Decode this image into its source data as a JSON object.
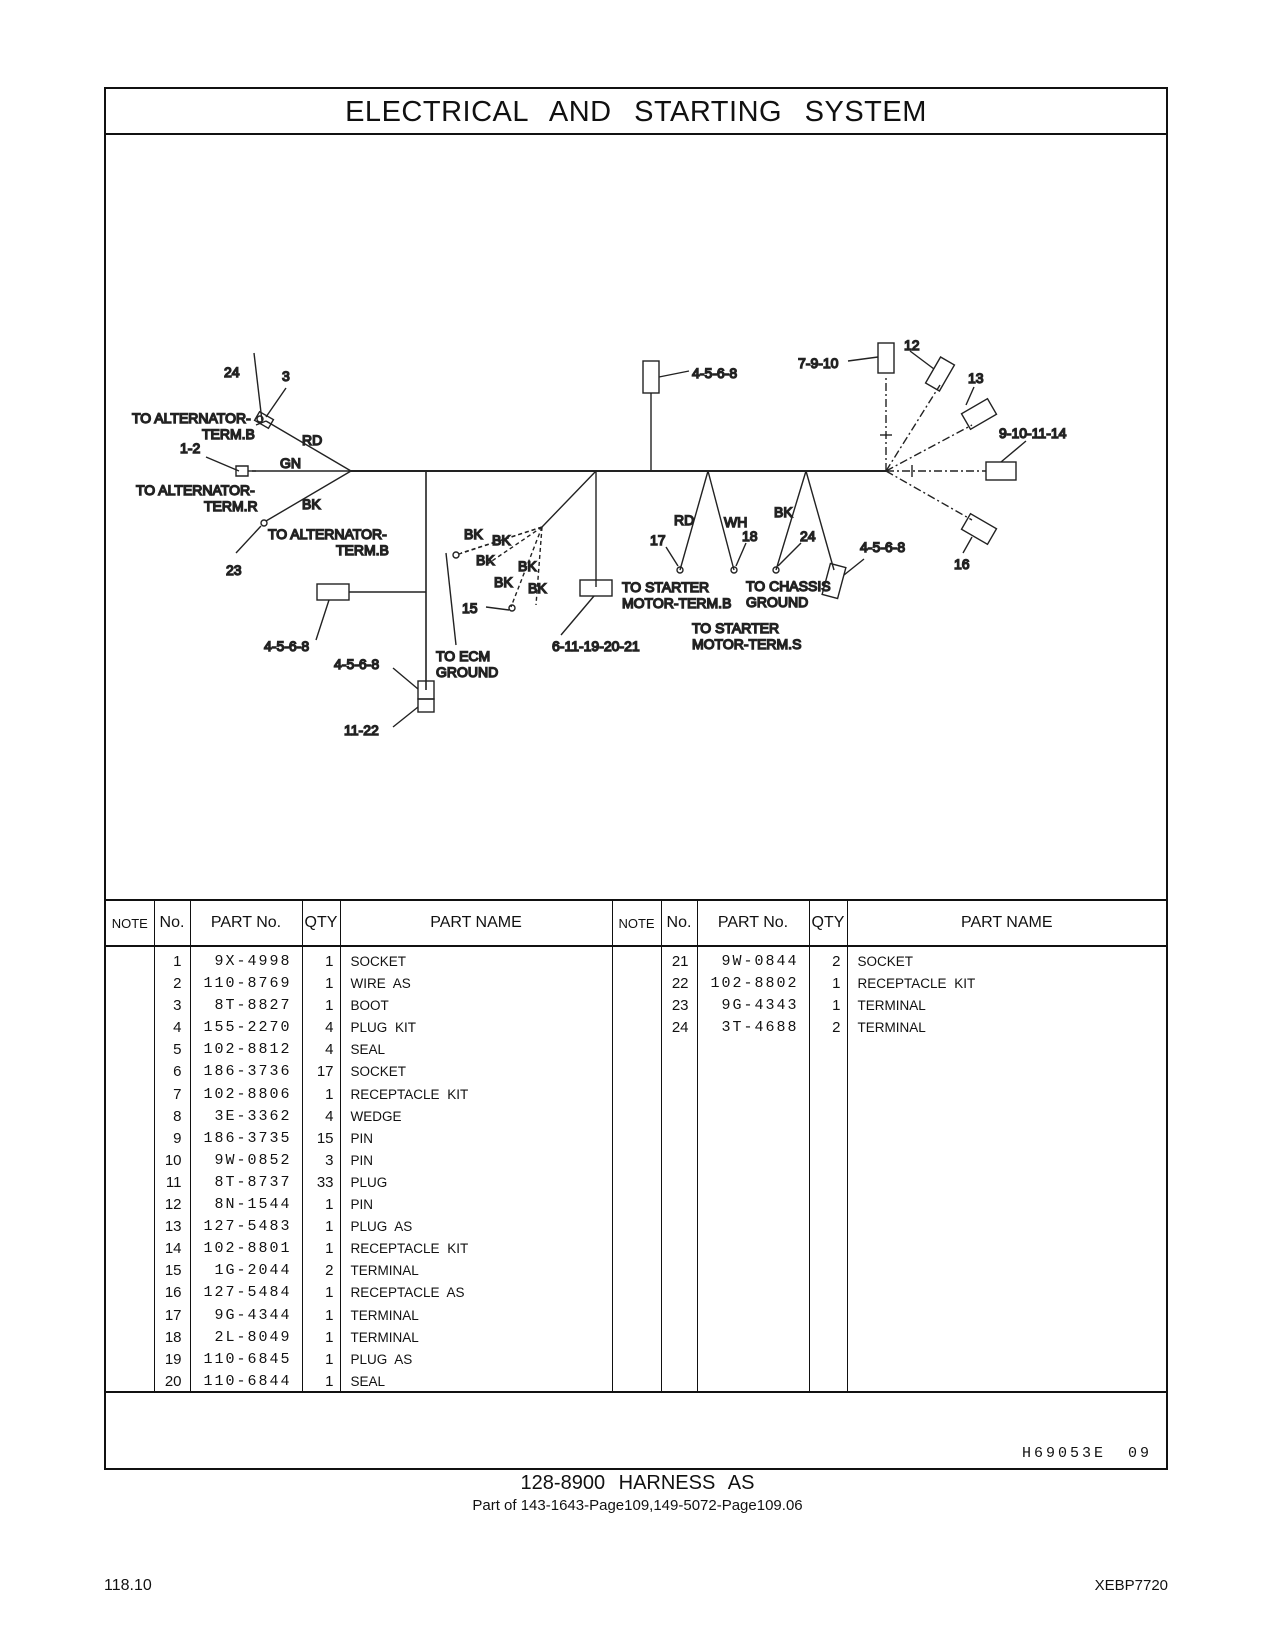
{
  "title": "ELECTRICAL  AND  STARTING  SYSTEM",
  "diagram": {
    "labels": {
      "l24a": "24",
      "l3": "3",
      "to_alt_term_b_1": "TO ALTERNATOR-",
      "to_alt_term_b_2": "TERM.B",
      "l12a": "1-2",
      "rd1": "RD",
      "gn": "GN",
      "to_alt_term_r_1": "TO ALTERNATOR-",
      "to_alt_term_r_2": "TERM.R",
      "bk1": "BK",
      "to_alt_term_b2_1": "TO ALTERNATOR-",
      "to_alt_term_b2_2": "TERM.B",
      "l23": "23",
      "l4568a": "4-5-6-8",
      "l4568b": "4-5-6-8",
      "l1122": "11-22",
      "bk_a": "BK",
      "bk_b": "BK",
      "bk_c": "BK",
      "bk_d": "BK",
      "bk_e": "BK",
      "bk_f": "BK",
      "l15": "15",
      "to_ecm_1": "TO ECM",
      "to_ecm_2": "GROUND",
      "l6111921": "6-11-19-20-21",
      "l4568c": "4-5-6-8",
      "rd2": "RD",
      "wh": "WH",
      "bk2": "BK",
      "l17": "17",
      "l18": "18",
      "l24b": "24",
      "to_starter_b_1": "TO STARTER",
      "to_starter_b_2": "MOTOR-TERM.B",
      "to_chassis_1": "TO CHASSIS",
      "to_chassis_2": "GROUND",
      "to_starter_s_1": "TO STARTER",
      "to_starter_s_2": "MOTOR-TERM.S",
      "l4568d": "4-5-6-8",
      "l7910": "7-9-10",
      "l12": "12",
      "l13": "13",
      "l9101114": "9-10-11-14",
      "l16": "16"
    }
  },
  "table": {
    "headers": {
      "note": "NOTE",
      "no": "No.",
      "part_no": "PART No.",
      "qty": "QTY",
      "part_name": "PART NAME"
    },
    "left_rows": [
      {
        "no": "1",
        "part_no": "9X-4998",
        "qty": "1",
        "name": "SOCKET"
      },
      {
        "no": "2",
        "part_no": "110-8769",
        "qty": "1",
        "name": "WIRE AS"
      },
      {
        "no": "3",
        "part_no": "8T-8827",
        "qty": "1",
        "name": "BOOT"
      },
      {
        "no": "4",
        "part_no": "155-2270",
        "qty": "4",
        "name": "PLUG KIT"
      },
      {
        "no": "5",
        "part_no": "102-8812",
        "qty": "4",
        "name": "SEAL"
      },
      {
        "no": "6",
        "part_no": "186-3736",
        "qty": "17",
        "name": "SOCKET"
      },
      {
        "no": "7",
        "part_no": "102-8806",
        "qty": "1",
        "name": "RECEPTACLE KIT"
      },
      {
        "no": "8",
        "part_no": "3E-3362",
        "qty": "4",
        "name": "WEDGE"
      },
      {
        "no": "9",
        "part_no": "186-3735",
        "qty": "15",
        "name": "PIN"
      },
      {
        "no": "10",
        "part_no": "9W-0852",
        "qty": "3",
        "name": "PIN"
      },
      {
        "no": "11",
        "part_no": "8T-8737",
        "qty": "33",
        "name": "PLUG"
      },
      {
        "no": "12",
        "part_no": "8N-1544",
        "qty": "1",
        "name": "PIN"
      },
      {
        "no": "13",
        "part_no": "127-5483",
        "qty": "1",
        "name": "PLUG AS"
      },
      {
        "no": "14",
        "part_no": "102-8801",
        "qty": "1",
        "name": "RECEPTACLE KIT"
      },
      {
        "no": "15",
        "part_no": "1G-2044",
        "qty": "2",
        "name": "TERMINAL"
      },
      {
        "no": "16",
        "part_no": "127-5484",
        "qty": "1",
        "name": "RECEPTACLE AS"
      },
      {
        "no": "17",
        "part_no": "9G-4344",
        "qty": "1",
        "name": "TERMINAL"
      },
      {
        "no": "18",
        "part_no": "2L-8049",
        "qty": "1",
        "name": "TERMINAL"
      },
      {
        "no": "19",
        "part_no": "110-6845",
        "qty": "1",
        "name": "PLUG AS"
      },
      {
        "no": "20",
        "part_no": "110-6844",
        "qty": "1",
        "name": "SEAL"
      }
    ],
    "right_rows": [
      {
        "no": "21",
        "part_no": "9W-0844",
        "qty": "2",
        "name": "SOCKET"
      },
      {
        "no": "22",
        "part_no": "102-8802",
        "qty": "1",
        "name": "RECEPTACLE KIT"
      },
      {
        "no": "23",
        "part_no": "9G-4343",
        "qty": "1",
        "name": "TERMINAL"
      },
      {
        "no": "24",
        "part_no": "3T-4688",
        "qty": "2",
        "name": "TERMINAL"
      }
    ]
  },
  "illustration_code": "H69053E",
  "illustration_rev": "09",
  "caption": {
    "title": "128-8900  HARNESS  AS",
    "subtitle": "Part of 143-1643-Page109,149-5072-Page109.06"
  },
  "page_number": "118.10",
  "doc_id": "XEBP7720"
}
